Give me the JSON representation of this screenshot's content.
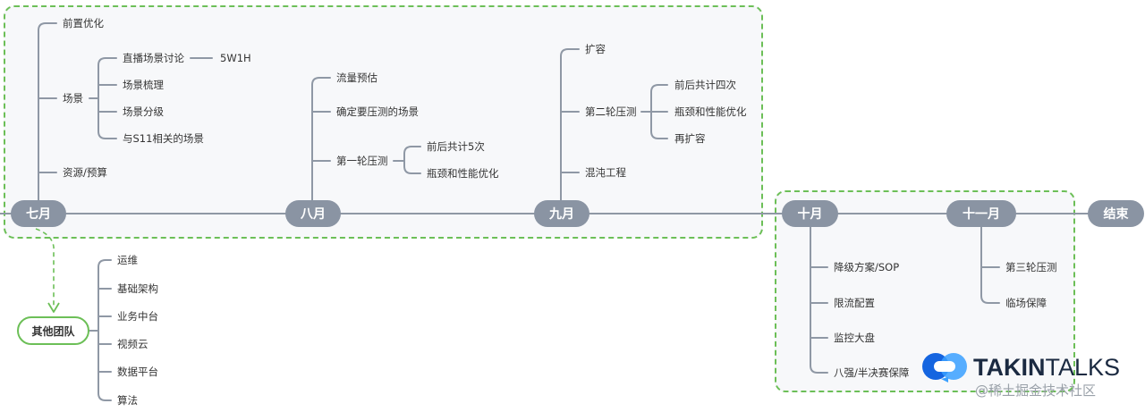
{
  "milestones": {
    "jul": "七月",
    "aug": "八月",
    "sep": "九月",
    "oct": "十月",
    "nov": "十一月",
    "end": "结束"
  },
  "jul": {
    "pre_opt": "前置优化",
    "scene": "场景",
    "scene_children": {
      "live_discuss": "直播场景讨论",
      "five_w_one_h": "5W1H",
      "sort": "场景梳理",
      "grade": "场景分级",
      "s11": "与S11相关的场景"
    },
    "resource": "资源/预算"
  },
  "aug": {
    "traffic": "流量预估",
    "determine": "确定要压测的场景",
    "first": "第一轮压测",
    "first_children": {
      "five_times": "前后共计5次",
      "bottleneck": "瓶颈和性能优化"
    }
  },
  "sep": {
    "expand": "扩容",
    "second": "第二轮压测",
    "second_children": {
      "four_times": "前后共计四次",
      "bottleneck": "瓶颈和性能优化",
      "re_expand": "再扩容"
    },
    "chaos": "混沌工程"
  },
  "oct": {
    "sop": "降级方案/SOP",
    "rate_limit": "限流配置",
    "dashboard": "监控大盘",
    "final": "八强/半决赛保障"
  },
  "nov": {
    "third": "第三轮压测",
    "onsite": "临场保障"
  },
  "teams": {
    "title": "其他团队",
    "items": [
      "运维",
      "基础架构",
      "业务中台",
      "视频云",
      "数据平台",
      "算法"
    ]
  },
  "brand": {
    "bold": "TAKIN",
    "thin": "TALKS",
    "sub": "@稀土掘金技术社区"
  },
  "colors": {
    "node": "#8a94a3",
    "dashed": "#6cbf57",
    "line": "#8f98a5"
  }
}
